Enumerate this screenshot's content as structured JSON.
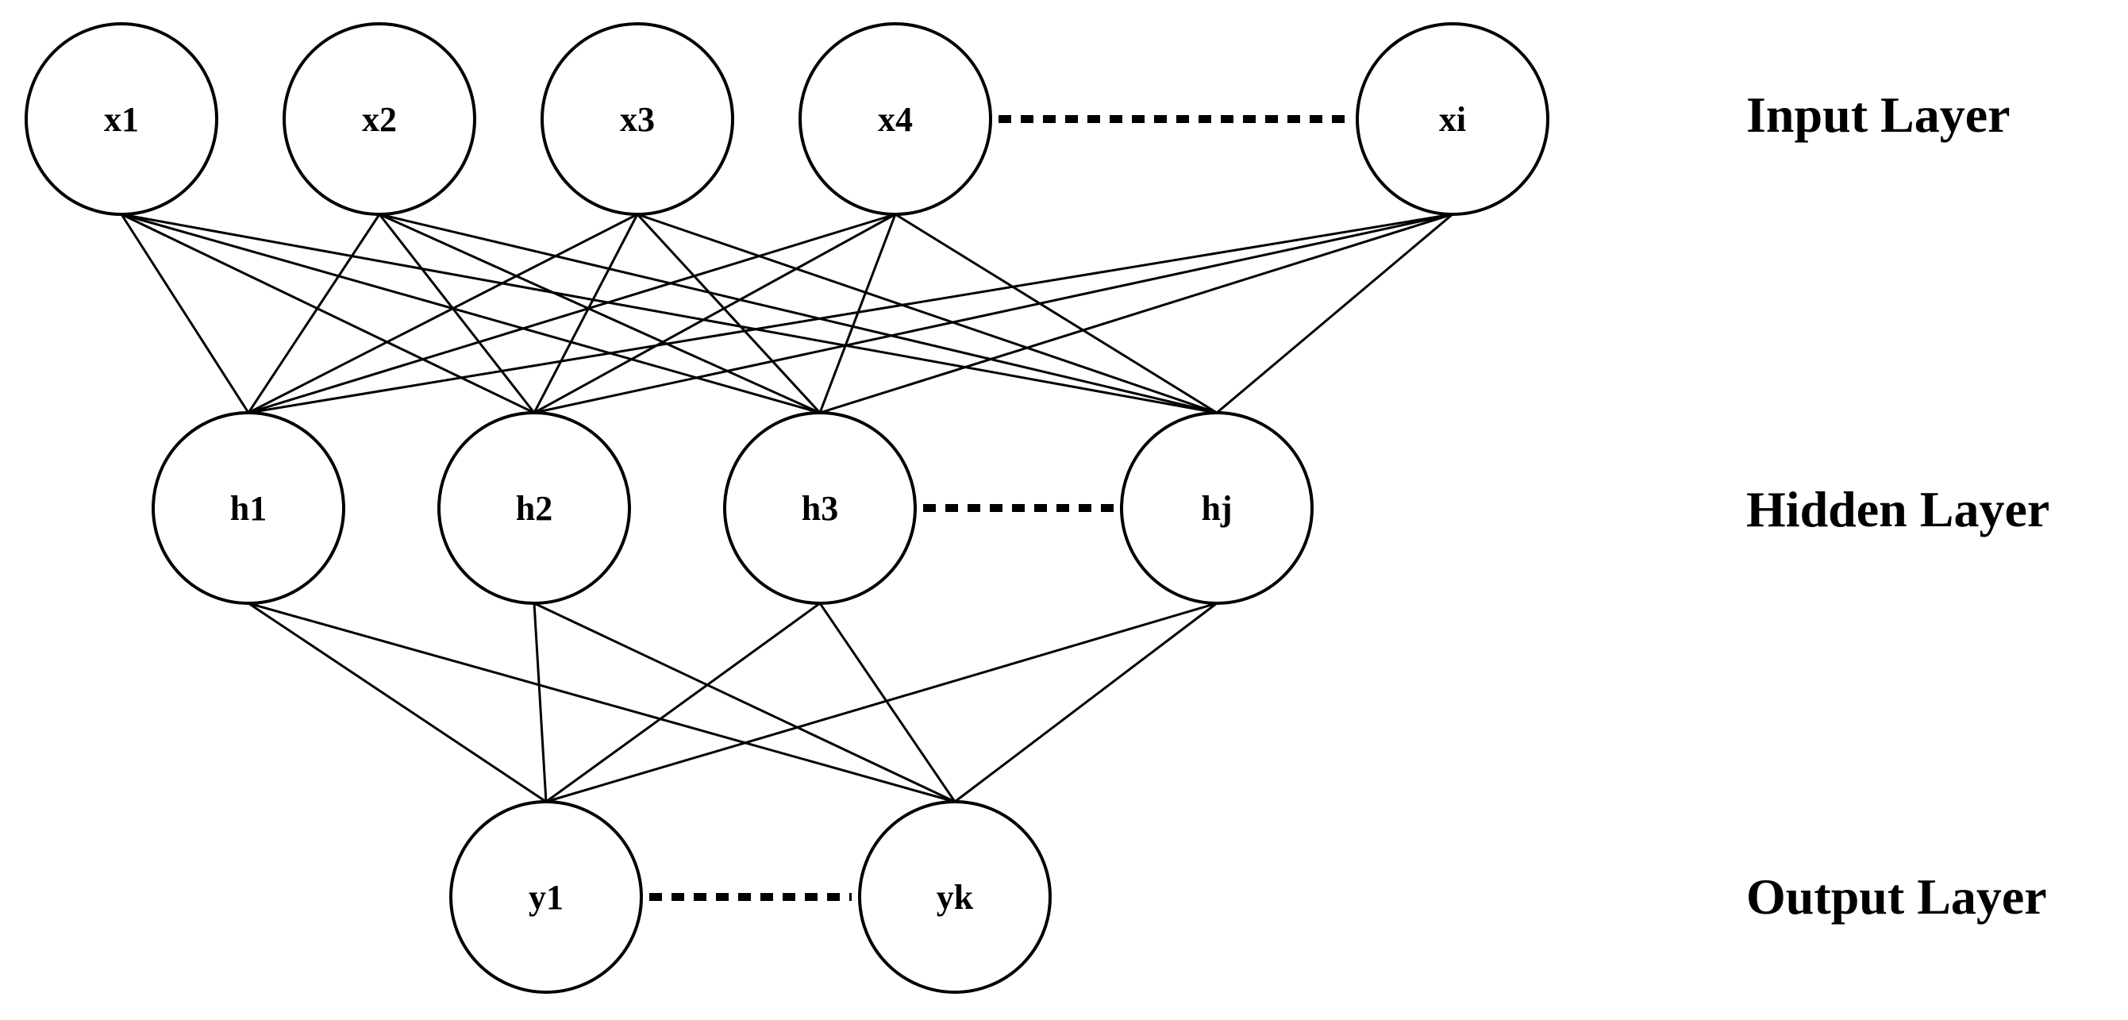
{
  "layers": [
    {
      "id": "input",
      "label": "Input Layer",
      "nodes": [
        "x1",
        "x2",
        "x3",
        "x4",
        "xi"
      ]
    },
    {
      "id": "hidden",
      "label": "Hidden Layer",
      "nodes": [
        "h1",
        "h2",
        "h3",
        "hj"
      ]
    },
    {
      "id": "output",
      "label": "Output Layer",
      "nodes": [
        "y1",
        "yk"
      ]
    }
  ],
  "connections": "fully-connected between adjacent layers",
  "ellipsis_between": [
    [
      "x4",
      "xi"
    ],
    [
      "h3",
      "hj"
    ],
    [
      "y1",
      "yk"
    ]
  ]
}
